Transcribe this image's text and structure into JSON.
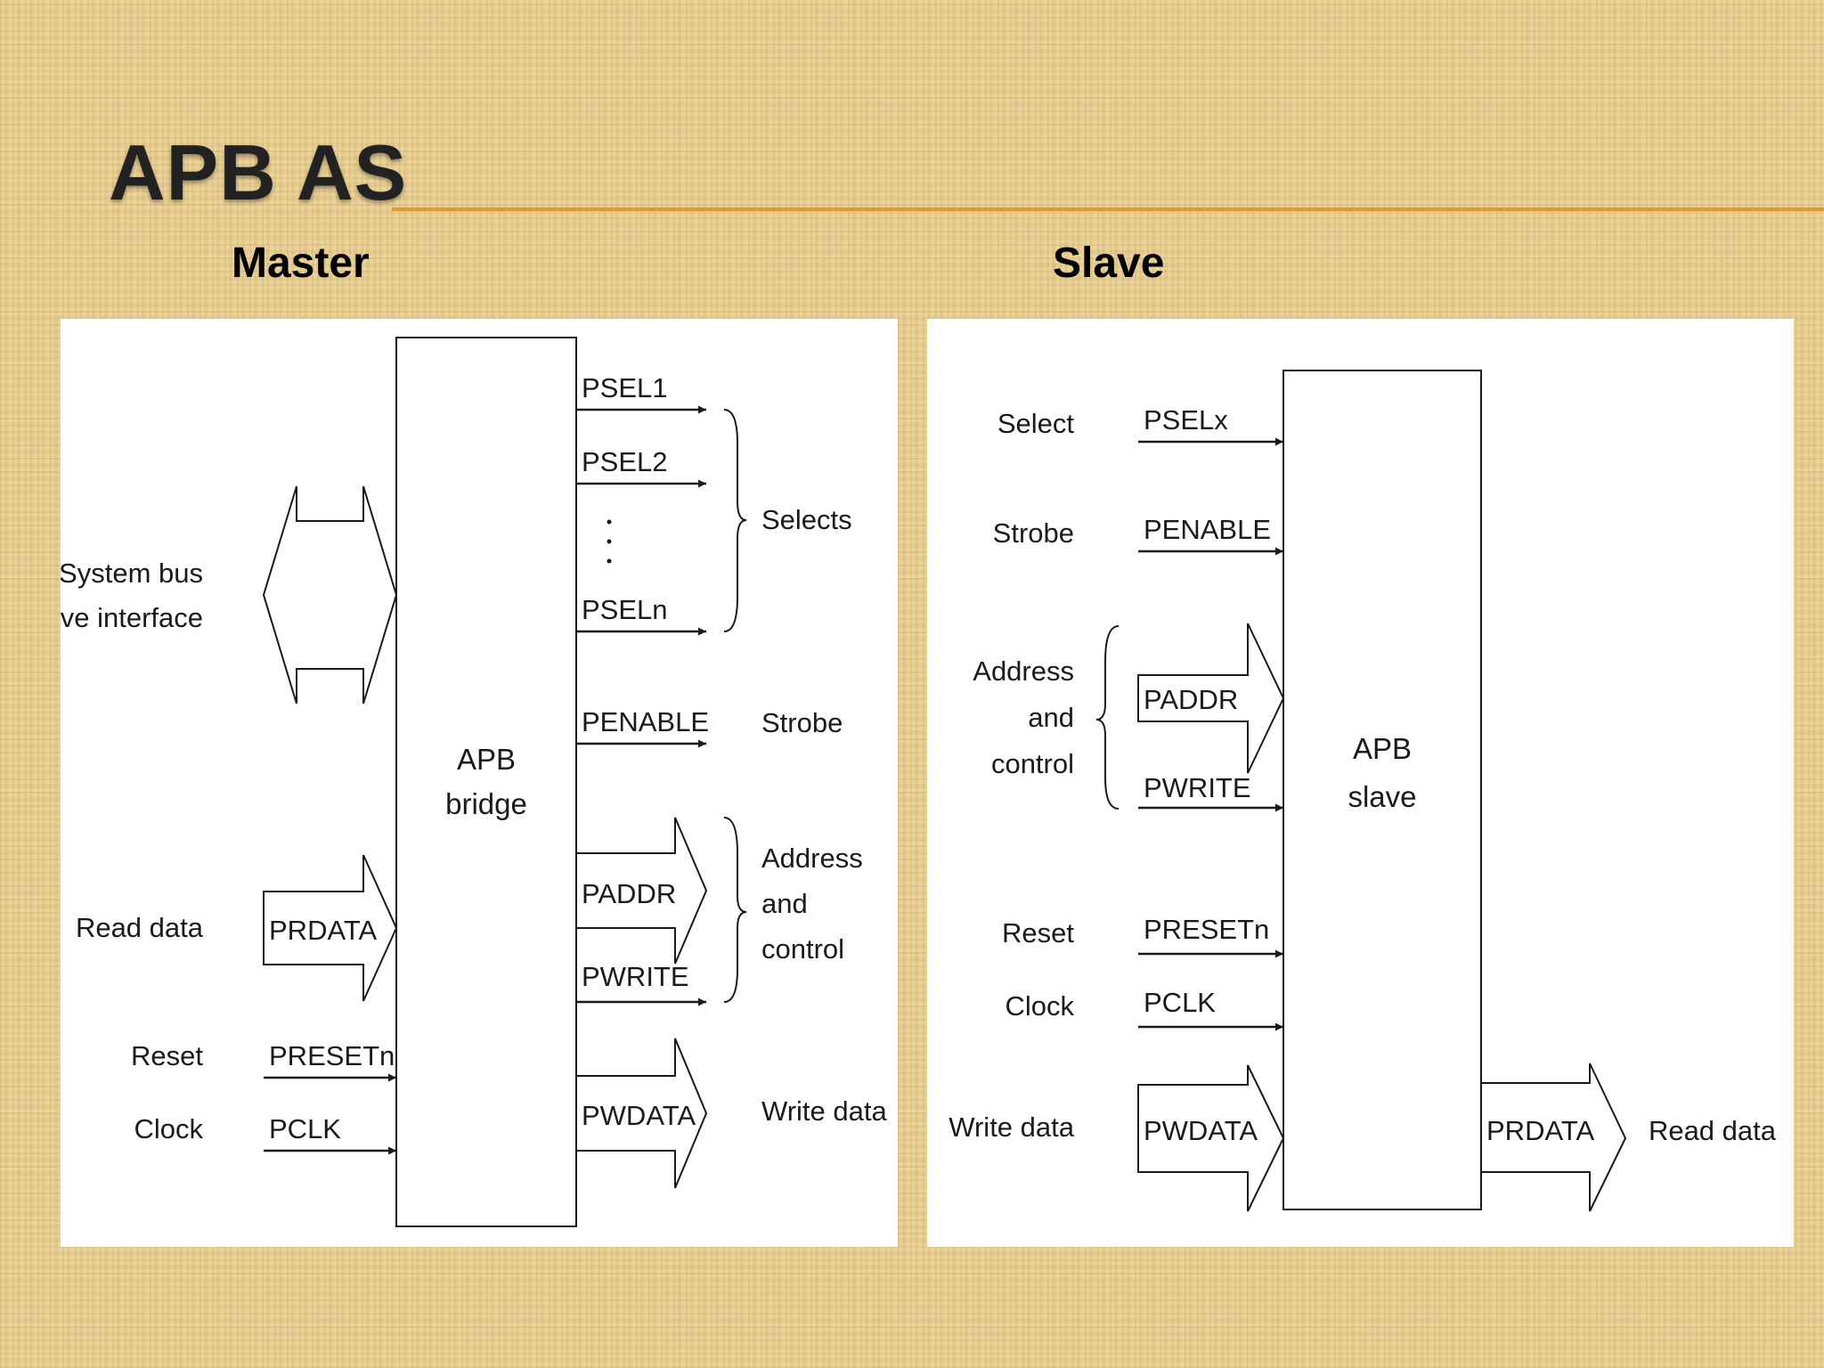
{
  "slide": {
    "title": "APB AS",
    "master_heading": "Master",
    "slave_heading": "Slave"
  },
  "master": {
    "block": [
      "APB",
      "bridge"
    ],
    "system_bus": [
      "System bus",
      "slave interface"
    ],
    "read_data_label": "Read data",
    "reset_label": "Reset",
    "clock_label": "Clock",
    "inputs": {
      "prdata": "PRDATA",
      "presetn": "PRESETn",
      "pclk": "PCLK"
    },
    "outputs": {
      "psel1": "PSEL1",
      "psel2": "PSEL2",
      "pseln": "PSELn",
      "penable": "PENABLE",
      "paddr": "PADDR",
      "pwrite": "PWRITE",
      "pwdata": "PWDATA"
    },
    "groups": {
      "selects": "Selects",
      "strobe": "Strobe",
      "address": [
        "Address",
        "and",
        "control"
      ],
      "write_data": "Write data"
    }
  },
  "slave": {
    "block": [
      "APB",
      "slave"
    ],
    "labels": {
      "select": "Select",
      "strobe": "Strobe",
      "address": [
        "Address",
        "and",
        "control"
      ],
      "reset": "Reset",
      "clock": "Clock",
      "write_data": "Write data",
      "read_data": "Read data"
    },
    "signals": {
      "pselx": "PSELx",
      "penable": "PENABLE",
      "paddr": "PADDR",
      "pwrite": "PWRITE",
      "presetn": "PRESETn",
      "pclk": "PCLK",
      "pwdata": "PWDATA",
      "prdata": "PRDATA"
    }
  }
}
